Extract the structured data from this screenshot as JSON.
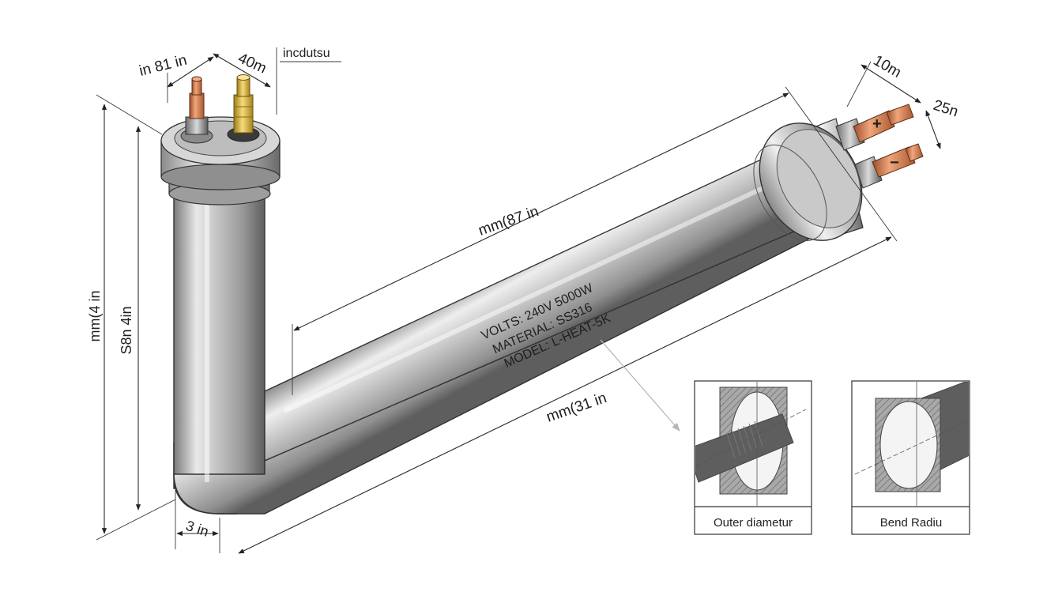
{
  "dimensions": {
    "top_left_width": "in 81 in",
    "top_terminal": "40m",
    "top_note": "incdutsu",
    "left_outer": "mm(4 in",
    "left_inner": "S8n 4in",
    "bottom_width": "3 in",
    "upper_long": "mm(87 in",
    "lower_long": "mm(31 in",
    "right_top": "10m",
    "right_side": "25n"
  },
  "terminals": {
    "positive": "+",
    "negative": "−"
  },
  "stamp": {
    "line1": "VOLTS: 240V  5000W",
    "line2": "MATERIAL: SS316",
    "line3": "MODEL: L-HEAT-5K"
  },
  "details": {
    "outer": {
      "caption": "Outer diametur"
    },
    "bend": {
      "caption": "Bend Radiu"
    }
  },
  "colors": {
    "steel_light": "#f2f2f2",
    "steel_mid": "#b7b7b7",
    "steel_dark": "#6e6e6e",
    "copper": "#c9744a",
    "brass": "#d6b23a"
  }
}
